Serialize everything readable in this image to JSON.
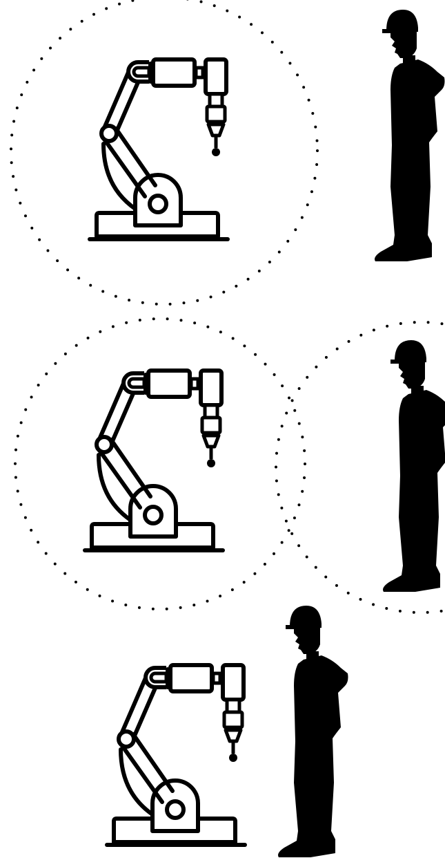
{
  "figure": {
    "background": "#ffffff",
    "ink": "#000000",
    "panels": [
      {
        "id": "scenario-1",
        "robot_icon": "industrial-robot-arm-icon",
        "worker_icon": "worker-hardhat-silhouette-icon",
        "safety_zones": [
          "robot-zone"
        ]
      },
      {
        "id": "scenario-2",
        "robot_icon": "industrial-robot-arm-icon",
        "worker_icon": "worker-hardhat-silhouette-icon",
        "safety_zones": [
          "robot-zone",
          "worker-zone"
        ]
      },
      {
        "id": "scenario-3",
        "robot_icon": "industrial-robot-arm-icon",
        "worker_icon": "worker-hardhat-silhouette-icon",
        "safety_zones": []
      }
    ]
  }
}
